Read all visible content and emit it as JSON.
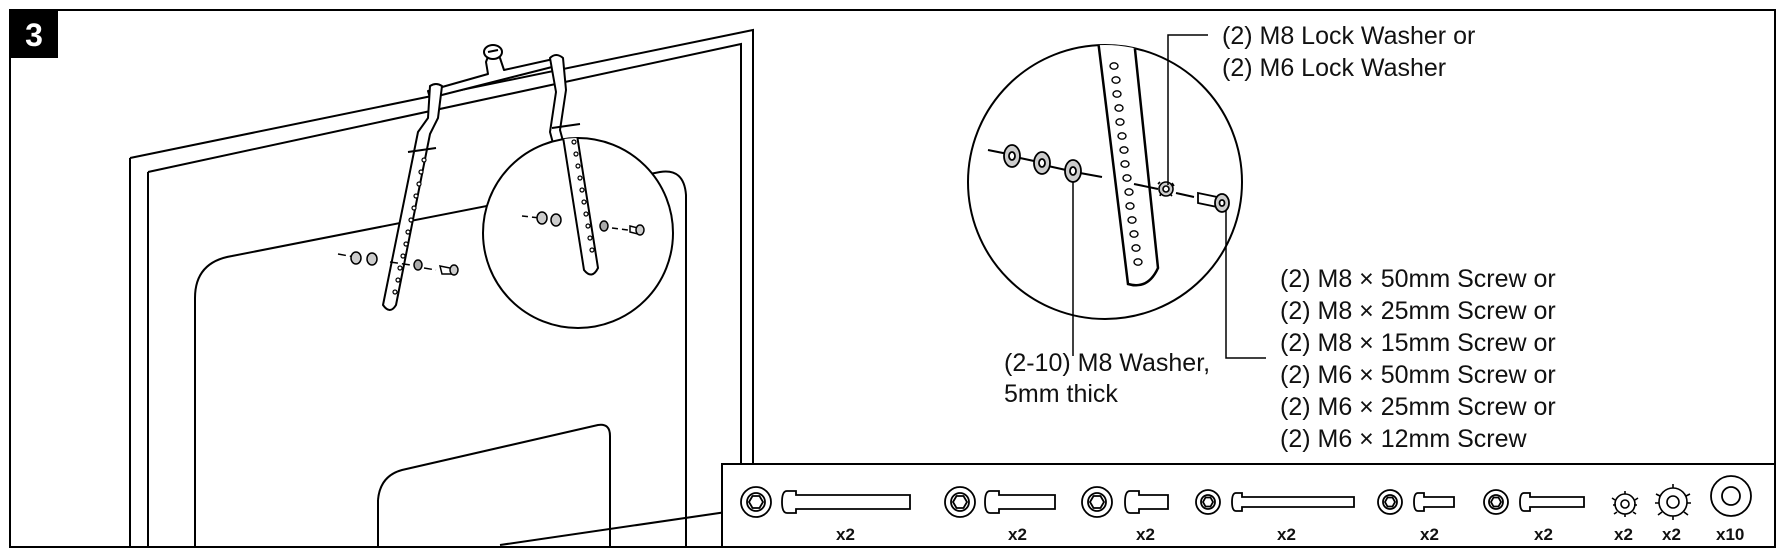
{
  "step": {
    "number": "3"
  },
  "callouts": {
    "lock_washer": [
      "(2) M8 Lock Washer or",
      "(2) M6 Lock Washer"
    ],
    "washer": [
      "(2-10) M8 Washer,",
      "5mm thick"
    ],
    "screws": [
      "(2) M8 × 50mm Screw or",
      "(2) M8 × 25mm Screw or",
      "(2) M8 × 15mm Screw or",
      "(2) M6 × 50mm Screw or",
      "(2) M6 × 25mm Screw or",
      "(2) M6 × 12mm Screw"
    ]
  },
  "hardware": {
    "items": [
      {
        "name": "m8-50mm-screw",
        "qty": "x2"
      },
      {
        "name": "m8-25mm-screw",
        "qty": "x2"
      },
      {
        "name": "m8-15mm-screw",
        "qty": "x2"
      },
      {
        "name": "m6-50mm-screw",
        "qty": "x2"
      },
      {
        "name": "m6-12mm-screw",
        "qty": "x2"
      },
      {
        "name": "m6-25mm-screw",
        "qty": "x2"
      },
      {
        "name": "m6-lock-washer",
        "qty": "x2"
      },
      {
        "name": "m8-lock-washer",
        "qty": "x2"
      },
      {
        "name": "m8-washer",
        "qty": "x10"
      }
    ]
  }
}
